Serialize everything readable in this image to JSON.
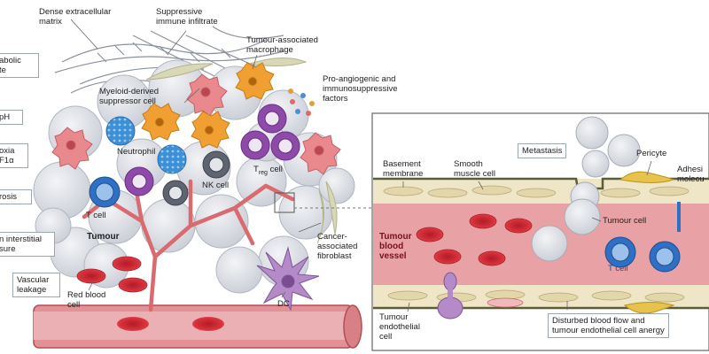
{
  "colors": {
    "tumour_cell": "#d9dce2",
    "red_blood_cell": "#d9323c",
    "vessel": "#e8a1a4",
    "vessel_wall": "#efe6c8",
    "t_cell": "#2f6fc4",
    "myeloid": "#e9898e",
    "macrophage": "#f0a032",
    "treg": "#8d4aa8",
    "neutrophil": "#3d8fd6",
    "nk_cell": "#5e6470",
    "dc": "#b58ac9",
    "fibroblast": "#d8d7b6",
    "pericyte": "#e7c24c",
    "matrix": "#888f9a"
  },
  "left_panel": {
    "labels": {
      "dense_matrix": "Dense extracellular\nmatrix",
      "suppressive_infiltrate": "Suppressive\nimmune infiltrate",
      "tam": "Tumour-associated\nmacrophage",
      "proangiogenic": "Pro-angiogenic and\nimmunosuppressive\nfactors",
      "mdsc": "Myeloid-derived\nsuppressor cell",
      "neutrophil": "Neutrophil",
      "treg_base": "T",
      "treg_sub": "reg",
      "treg_suffix": " cell",
      "nk_cell": "NK cell",
      "t_cell": "T cell",
      "tumour": "Tumour",
      "caf": "Cancer-\nassociated\nfibroblast",
      "red_blood_cell": "Red blood\ncell",
      "dc": "DC"
    },
    "sidebar": {
      "metabolic": "abolic\nte",
      "ph": "pH",
      "hypoxia": "oxia\nF1α",
      "necrosis": "rosis",
      "pressure": "n interstitial\nsure",
      "leakage": "Vascular\nleakage"
    }
  },
  "right_panel": {
    "labels": {
      "metastasis": "Metastasis",
      "pericyte": "Pericyte",
      "adhesion": "Adhesi\nmolecu",
      "basement": "Basement\nmembrane",
      "smooth_muscle": "Smooth\nmuscle cell",
      "tumour_cell": "Tumour cell",
      "vessel_title": "Tumour\nblood\nvessel",
      "t_cell": "T cell",
      "endothelial": "Tumour\nendothelial\ncell",
      "disturbed": "Disturbed blood flow and\ntumour endothelial cell anergy"
    }
  }
}
